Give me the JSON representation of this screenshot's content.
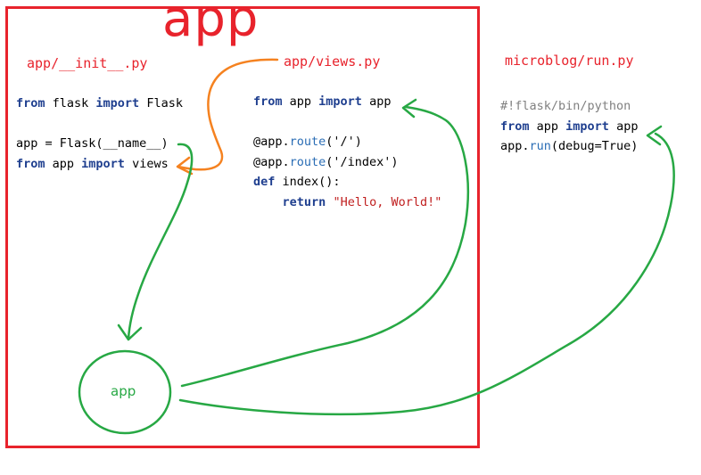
{
  "package_label": "app",
  "files": {
    "init": {
      "title": "app/__init__.py",
      "lines": [
        [
          {
            "t": "from",
            "c": "kw"
          },
          {
            "t": " flask ",
            "c": ""
          },
          {
            "t": "import",
            "c": "kw"
          },
          {
            "t": " Flask",
            "c": ""
          }
        ],
        [],
        [
          {
            "t": "app = Flask(__name__)",
            "c": ""
          }
        ],
        [
          {
            "t": "from",
            "c": "kw"
          },
          {
            "t": " app ",
            "c": ""
          },
          {
            "t": "import",
            "c": "kw"
          },
          {
            "t": " views",
            "c": ""
          }
        ]
      ]
    },
    "views": {
      "title": "app/views.py",
      "lines": [
        [
          {
            "t": "from",
            "c": "kw"
          },
          {
            "t": " app ",
            "c": ""
          },
          {
            "t": "import",
            "c": "kw"
          },
          {
            "t": " app",
            "c": ""
          }
        ],
        [],
        [
          {
            "t": "@app.",
            "c": ""
          },
          {
            "t": "route",
            "c": "fn"
          },
          {
            "t": "('/')",
            "c": ""
          }
        ],
        [
          {
            "t": "@app.",
            "c": ""
          },
          {
            "t": "route",
            "c": "fn"
          },
          {
            "t": "('/index')",
            "c": ""
          }
        ],
        [
          {
            "t": "def",
            "c": "kw"
          },
          {
            "t": " index():",
            "c": ""
          }
        ],
        [
          {
            "t": "    ",
            "c": ""
          },
          {
            "t": "return",
            "c": "kw"
          },
          {
            "t": " ",
            "c": ""
          },
          {
            "t": "\"Hello, World!\"",
            "c": "str"
          }
        ]
      ]
    },
    "run": {
      "title": "microblog/run.py",
      "lines": [
        [
          {
            "t": "#!flask/bin/python",
            "c": "cmt"
          }
        ],
        [
          {
            "t": "from",
            "c": "kw"
          },
          {
            "t": " app ",
            "c": ""
          },
          {
            "t": "import",
            "c": "kw"
          },
          {
            "t": " app",
            "c": ""
          }
        ],
        [
          {
            "t": "app.",
            "c": ""
          },
          {
            "t": "run",
            "c": "fn"
          },
          {
            "t": "(debug=True)",
            "c": ""
          }
        ]
      ]
    }
  },
  "app_object_label": "app",
  "colors": {
    "package_border": "#e8232c",
    "title": "#e8232c",
    "keyword": "#1f3f8f",
    "function": "#2a6db5",
    "string": "#c01f1f",
    "comment": "#808080",
    "green_arrow": "#27a844",
    "orange_arrow": "#f58220"
  }
}
